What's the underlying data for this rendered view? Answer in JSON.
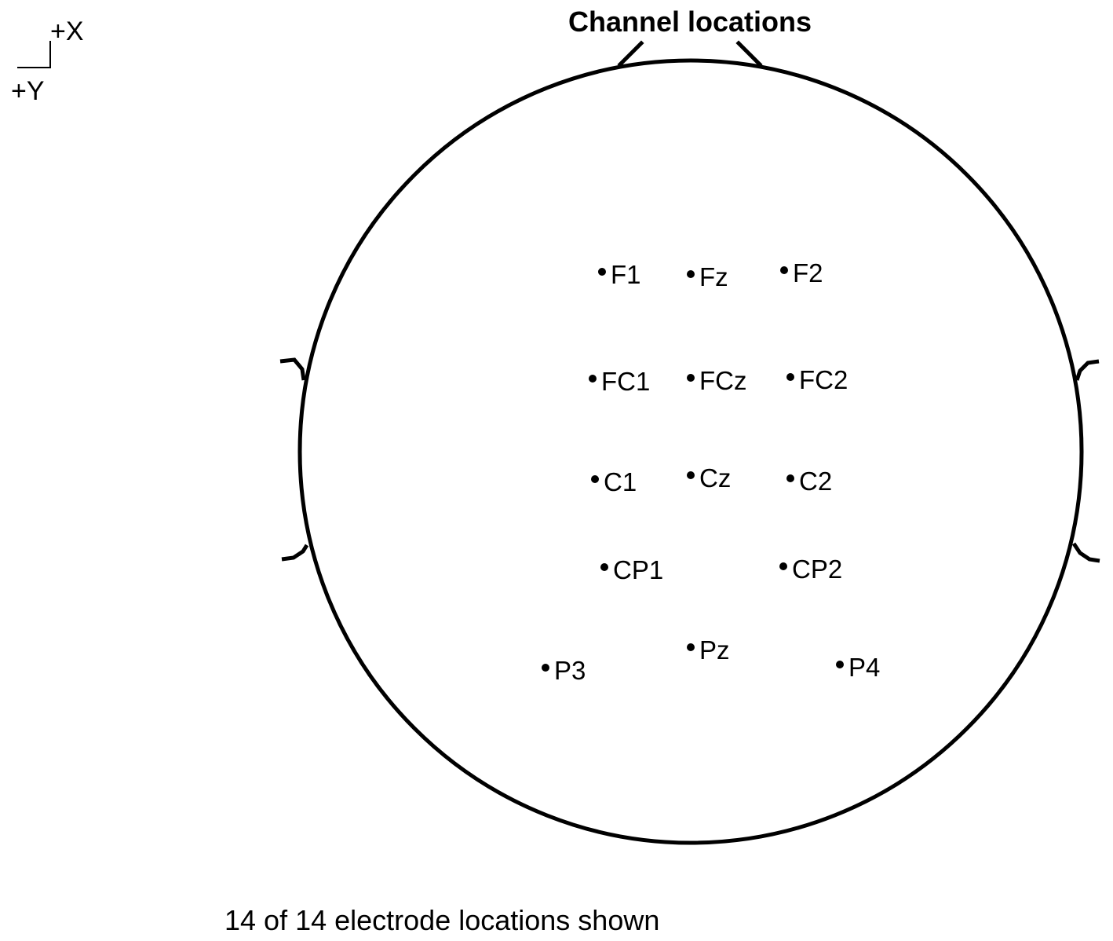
{
  "title": "Channel locations",
  "axis_marker": {
    "x_label": "+X",
    "y_label": "+Y"
  },
  "footer": {
    "caption": "14 of 14 electrode locations shown"
  },
  "electrodes": [
    "F1",
    "Fz",
    "F2",
    "FC1",
    "FCz",
    "FC2",
    "C1",
    "Cz",
    "C2",
    "CP1",
    "CP2",
    "P3",
    "Pz",
    "P4"
  ],
  "colors": {
    "background": "#ffffff",
    "foreground": "#000000"
  }
}
